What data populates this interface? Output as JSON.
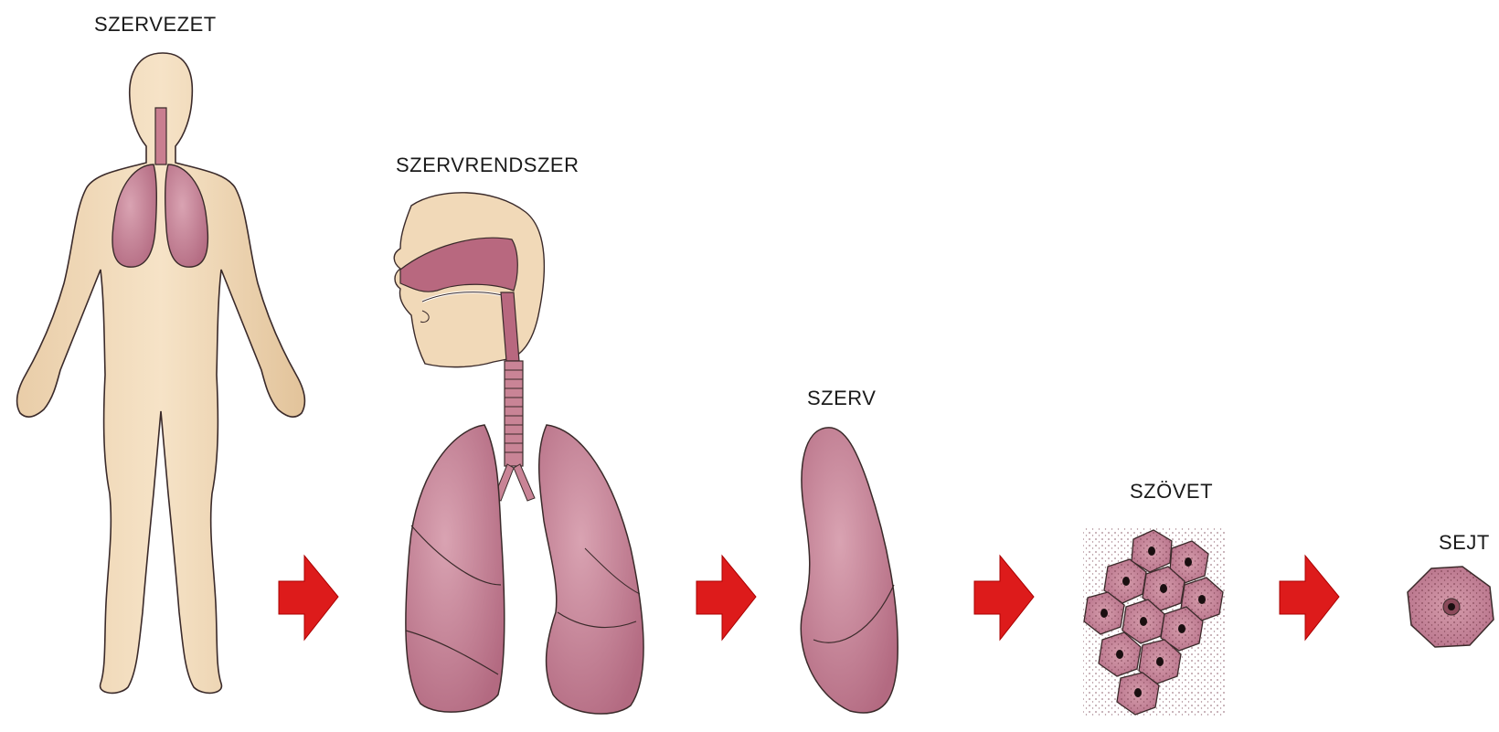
{
  "labels": {
    "organism": "SZERVEZET",
    "organ_system": "SZERVRENDSZER",
    "organ": "SZERV",
    "tissue": "SZÖVET",
    "cell": "SEJT"
  },
  "colors": {
    "skin": "#f1d9b8",
    "skin_shade": "#d8b990",
    "lung": "#b8687f",
    "lung_light": "#d6a0ae",
    "outline": "#3a2a2a",
    "arrow": "#dd1b1b",
    "cell": "#c07f90",
    "nucleus": "#1a0f10"
  }
}
